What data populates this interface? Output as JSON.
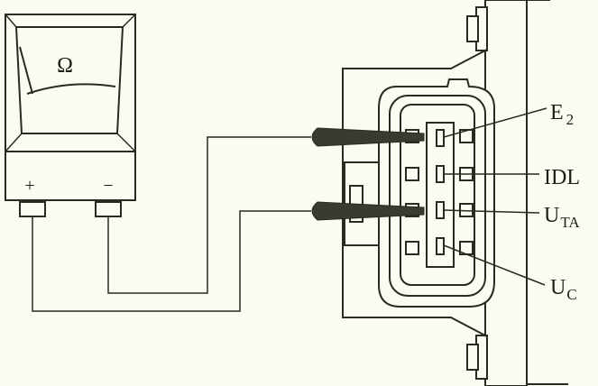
{
  "meter": {
    "symbol": "Ω",
    "plus": "+",
    "minus": "−"
  },
  "terminals": [
    {
      "main": "E",
      "sub": "2"
    },
    {
      "main": "IDL",
      "sub": ""
    },
    {
      "main": "U",
      "sub": "TA"
    },
    {
      "main": "U",
      "sub": "C"
    }
  ],
  "colors": {
    "line": "#2b2a22",
    "background": "#fbfbf3",
    "probe": "#3b3a30"
  }
}
